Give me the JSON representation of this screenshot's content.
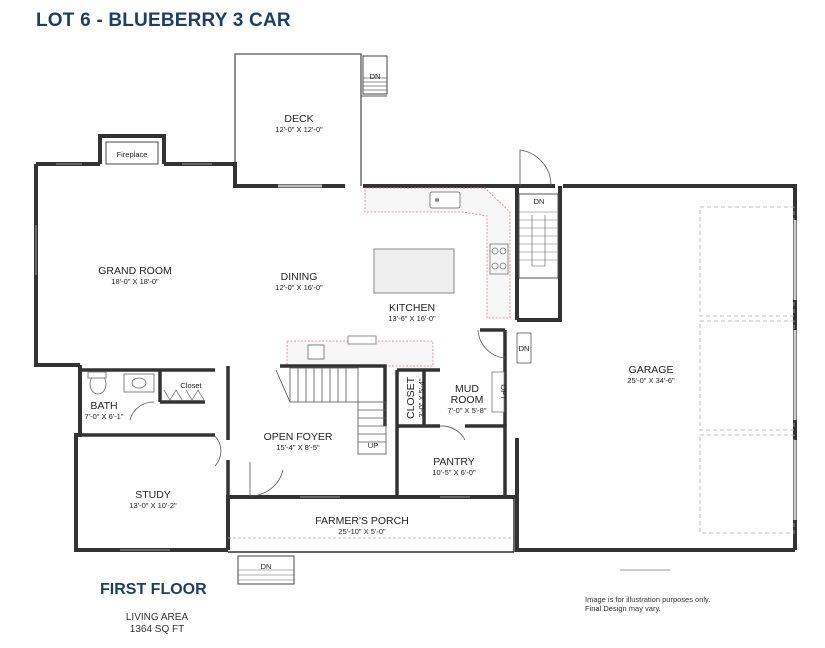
{
  "header": {
    "title": "LOT 6 - BLUEBERRY 3 CAR"
  },
  "footer": {
    "floor_label": "FIRST FLOOR",
    "living_area_label": "LIVING AREA",
    "living_area_value": "1364 SQ FT",
    "disclaimer_line1": "Image is for illustration purposes only.",
    "disclaimer_line2": "Final Design may vary."
  },
  "rooms": {
    "deck": {
      "name": "DECK",
      "dims": "12'-0\" X 12'-0\""
    },
    "fireplace": {
      "name": "Fireplace"
    },
    "grand_room": {
      "name": "GRAND ROOM",
      "dims": "18'-0\" X 18'-0\""
    },
    "dining": {
      "name": "DINING",
      "dims": "12'-0\" X 16'-0\""
    },
    "kitchen": {
      "name": "KITCHEN",
      "dims": "13'-6\" X 16'-0\""
    },
    "garage": {
      "name": "GARAGE",
      "dims": "25'-0\" X 34'-6\""
    },
    "bath": {
      "name": "BATH",
      "dims": "7'-0\" X 6'-1\""
    },
    "closet_small": {
      "name": "Closet"
    },
    "closet_mud": {
      "name": "CLOSET",
      "dims": "3'-0\" X 5'-4\""
    },
    "mud_room": {
      "name_line1": "MUD",
      "name_line2": "ROOM",
      "dims": "7'-0\" X 5'-8\""
    },
    "open_foyer": {
      "name": "OPEN FOYER",
      "dims": "15'-4\" X 8'-5\""
    },
    "pantry": {
      "name": "PANTRY",
      "dims": "10'-5\" X 6'-0\""
    },
    "study": {
      "name": "STUDY",
      "dims": "13'-0\" X 10'-2\""
    },
    "farmers_porch": {
      "name": "FARMER'S PORCH",
      "dims": "25'-10\" X 5'-0\""
    }
  },
  "stair_labels": {
    "deck_stairs": "DN",
    "garage_stairs": "DN",
    "garage_door": "DN",
    "porch_stairs": "DN",
    "foyer_stairs": "UP",
    "mud_shelf": "OPT"
  }
}
